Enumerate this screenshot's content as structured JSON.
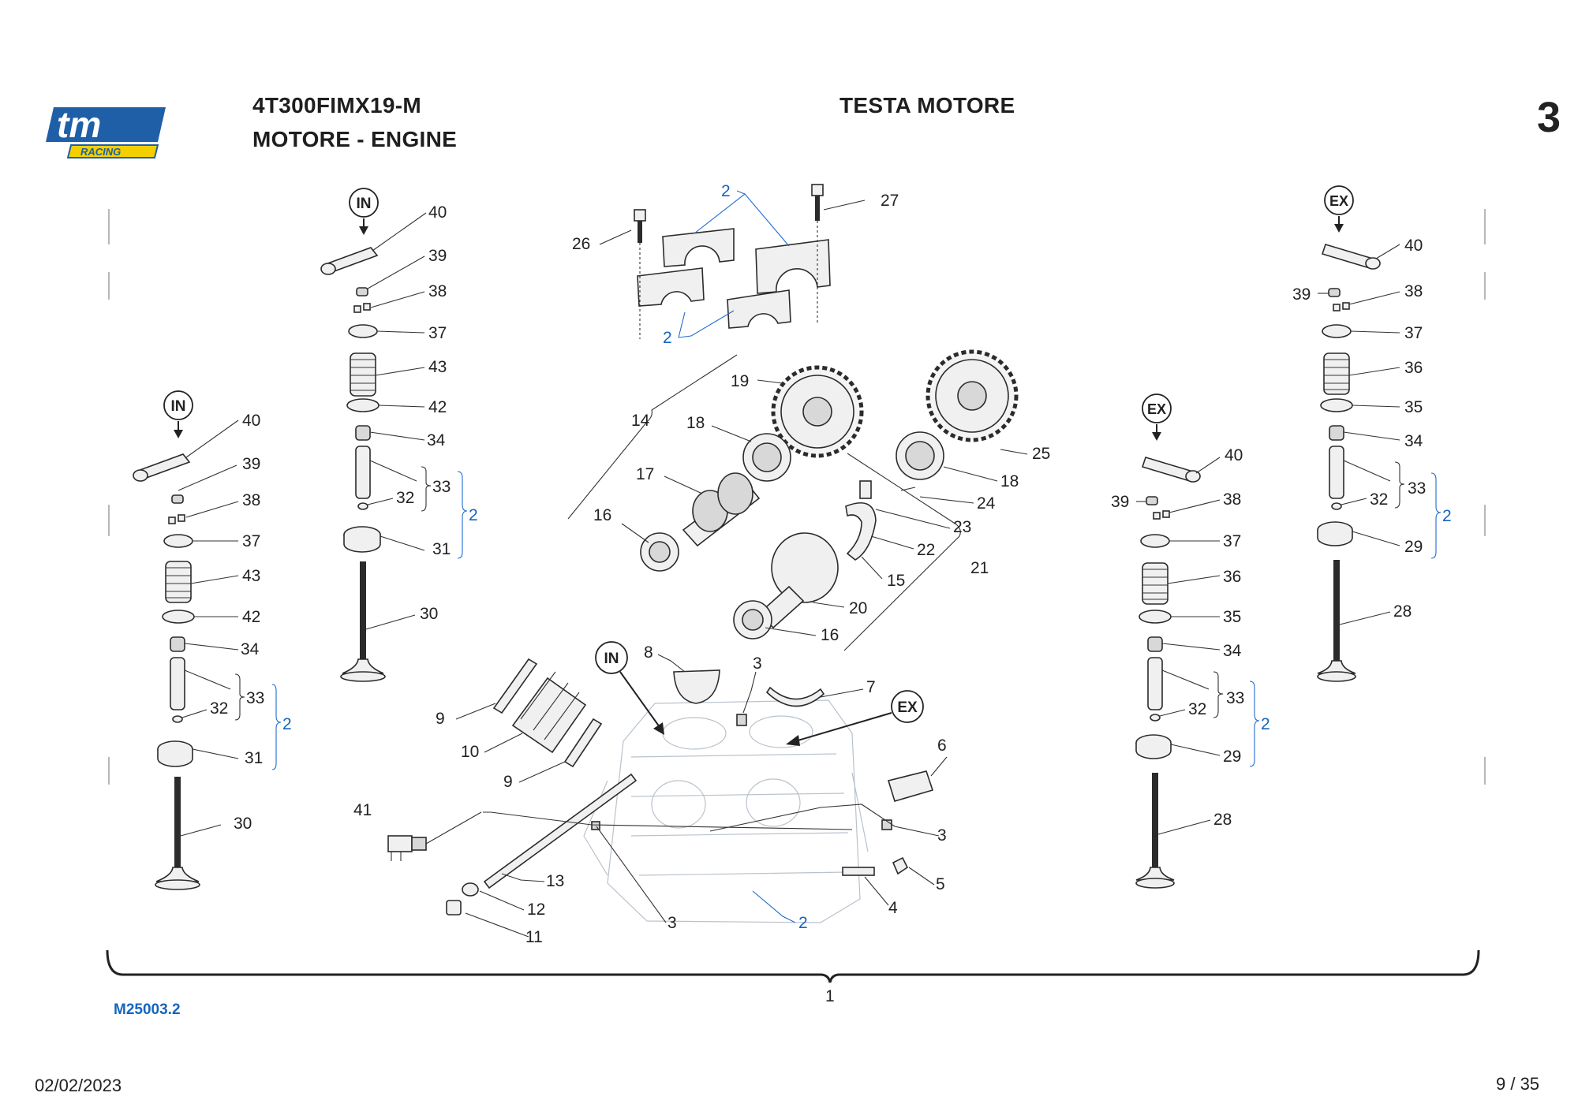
{
  "header": {
    "logo_text": "tm",
    "logo_sub": "RACING",
    "model_code": "4T300FIMX19-M",
    "section": "MOTORE - ENGINE",
    "title": "TESTA MOTORE",
    "table_number": "3"
  },
  "footer": {
    "drawing_code": "M25003.2",
    "date": "02/02/2023",
    "page": "9 / 35"
  },
  "badges": {
    "in": "IN",
    "ex": "EX"
  },
  "colors": {
    "logo_blue": "#1f5fa8",
    "logo_yellow": "#f2d000",
    "ref_blue": "#1565c0"
  },
  "callouts": {
    "left_in": [
      "40",
      "39",
      "38",
      "37",
      "43",
      "42",
      "34",
      "33",
      "32",
      "31",
      "30",
      "2"
    ],
    "mid_in": [
      "40",
      "39",
      "38",
      "37",
      "43",
      "42",
      "34",
      "33",
      "32",
      "31",
      "30",
      "2"
    ],
    "top_caps": [
      "2",
      "26",
      "27",
      "2"
    ],
    "camshafts": [
      "19",
      "14",
      "18",
      "17",
      "16",
      "25",
      "18",
      "24",
      "23",
      "22",
      "21",
      "15",
      "20",
      "16"
    ],
    "head": [
      "8",
      "3",
      "7",
      "9",
      "10",
      "9",
      "41",
      "13",
      "12",
      "11",
      "3",
      "2",
      "6",
      "3",
      "5",
      "4"
    ],
    "ex_mid": [
      "40",
      "39",
      "38",
      "37",
      "36",
      "35",
      "34",
      "33",
      "32",
      "2",
      "29",
      "28"
    ],
    "ex_right": [
      "40",
      "39",
      "38",
      "37",
      "36",
      "35",
      "34",
      "33",
      "32",
      "2",
      "29",
      "28"
    ],
    "assembly": "1"
  }
}
